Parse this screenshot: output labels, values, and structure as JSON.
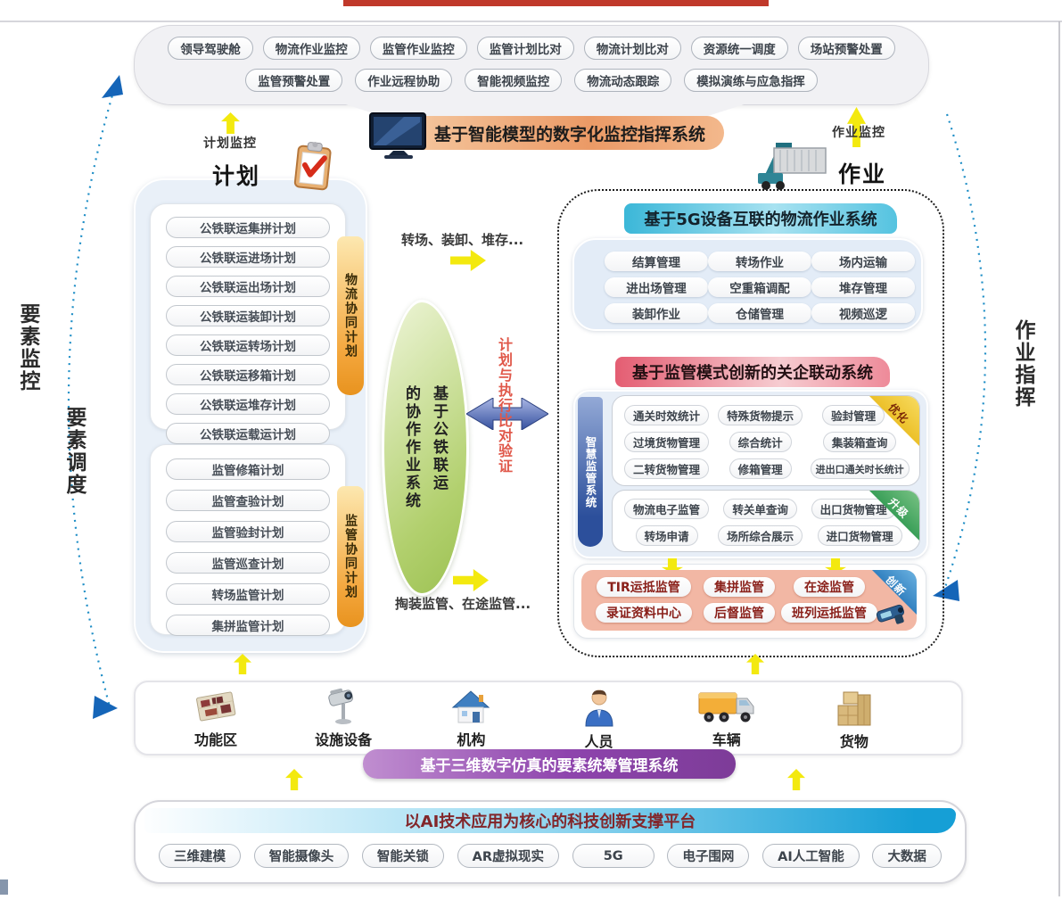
{
  "command_layer": {
    "row1": [
      "领导驾驶舱",
      "物流作业监控",
      "监管作业监控",
      "监管计划比对",
      "物流计划比对",
      "资源统一调度",
      "场站预警处置"
    ],
    "row2": [
      "监管预警处置",
      "作业远程协助",
      "智能视频监控",
      "物流动态跟踪",
      "模拟演练与应急指挥"
    ]
  },
  "command_banner": {
    "title": "基于智能模型的数字化监控指挥系统"
  },
  "plan": {
    "monitor_label": "计划监控",
    "heading": "计划",
    "logistics_group": {
      "tab": "物流协同计划",
      "items": [
        "公铁联运集拼计划",
        "公铁联运进场计划",
        "公铁联运出场计划",
        "公铁联运装卸计划",
        "公铁联运转场计划",
        "公铁联运移箱计划",
        "公铁联运堆存计划",
        "公铁联运载运计划"
      ]
    },
    "supervision_group": {
      "tab": "监管协同计划",
      "items": [
        "监管修箱计划",
        "监管查验计划",
        "监管验封计划",
        "监管巡查计划",
        "转场监管计划",
        "集拼监管计划"
      ]
    }
  },
  "center": {
    "collab_col_right": "基于公铁联运",
    "collab_col_left": "的协作作业系统",
    "compare_label": "计划与执行比对验证",
    "flow_top": "转场、装卸、堆存...",
    "flow_bottom": "掏装监管、在途监管..."
  },
  "operation": {
    "monitor_label": "作业监控",
    "heading": "作业",
    "logistics_5g": {
      "title": "基于5G设备互联的物流作业系统",
      "items": [
        "结算管理",
        "转场作业",
        "场内运输",
        "进出场管理",
        "空重箱调配",
        "堆存管理",
        "装卸作业",
        "仓储管理",
        "视频巡逻"
      ]
    },
    "linkage": {
      "title": "基于监管模式创新的关企联动系统",
      "side_tab": "智慧监管系统",
      "optimize": {
        "corner": "优化",
        "items": [
          "通关时效统计",
          "特殊货物提示",
          "验封管理",
          "过境货物管理",
          "综合统计",
          "集装箱查询",
          "二转货物管理",
          "修箱管理",
          "进出口通关时长统计"
        ]
      },
      "upgrade": {
        "corner": "升级",
        "items": [
          "物流电子监管",
          "转关单查询",
          "出口货物管理",
          "转场申请",
          "场所综合展示",
          "进口货物管理"
        ]
      },
      "innovate": {
        "corner": "创新",
        "items": [
          "TIR运抵监管",
          "集拼监管",
          "在途监管",
          "录证资料中心",
          "后督监管",
          "班列运抵监管"
        ]
      }
    }
  },
  "sides": {
    "left_top": "要素监控",
    "left_bottom": "要素调度",
    "right": "作业指挥"
  },
  "elements": {
    "items": [
      {
        "label": "功能区",
        "icon": "map-icon"
      },
      {
        "label": "设施设备",
        "icon": "cctv-icon"
      },
      {
        "label": "机构",
        "icon": "building-icon"
      },
      {
        "label": "人员",
        "icon": "person-icon"
      },
      {
        "label": "车辆",
        "icon": "truck-icon"
      },
      {
        "label": "货物",
        "icon": "cargo-icon"
      }
    ],
    "banner": "基于三维数字仿真的要素统筹管理系统"
  },
  "platform": {
    "title": "以AI技术应用为核心的科技创新支撑平台",
    "pills": [
      "三维建模",
      "智能摄像头",
      "智能关锁",
      "AR虚拟现实",
      "5G",
      "电子围网",
      "AI人工智能",
      "大数据"
    ]
  },
  "colors": {
    "yellow_arrow": "#F3E90F",
    "orange_tab": "#F3A53A",
    "green_leaf": "#B2D06E",
    "banner_cyan": "#3BB7D8",
    "banner_pink": "#E45D72",
    "banner_orange": "#EFA06B",
    "banner_purple": "#8E44AD",
    "platform_blue": "#169FD6",
    "side_tab_blue": "#2C4F9B",
    "compare_red": "#E0584A",
    "dashed_arrow_blue": "#1F8EC6"
  }
}
